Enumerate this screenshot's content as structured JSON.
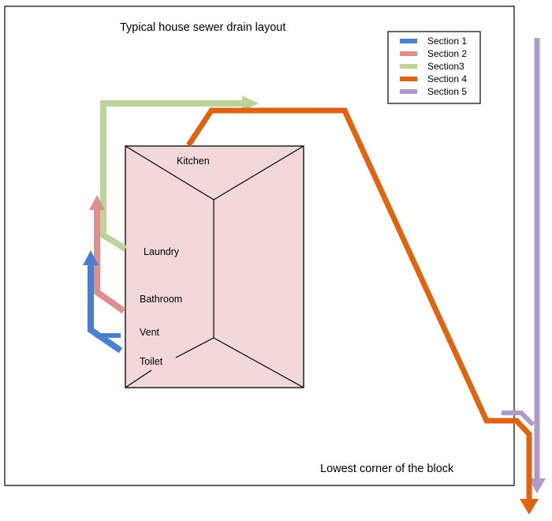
{
  "title": "Typical house sewer drain layout",
  "footer_label": "Lowest corner of the block",
  "rooms": {
    "kitchen": "Kitchen",
    "laundry": "Laundry",
    "bathroom": "Bathroom",
    "vent": "Vent",
    "toilet": "Toilet"
  },
  "legend": [
    {
      "label": "Section 1",
      "color": "#4a7fd0"
    },
    {
      "label": "Section 2",
      "color": "#de8e8c"
    },
    {
      "label": "Section3",
      "color": "#bcd49a"
    },
    {
      "label": "Section 4",
      "color": "#e0640f"
    },
    {
      "label": "Section 5",
      "color": "#ad9bc9"
    }
  ],
  "colors": {
    "house_fill": "#f2d8d8"
  }
}
